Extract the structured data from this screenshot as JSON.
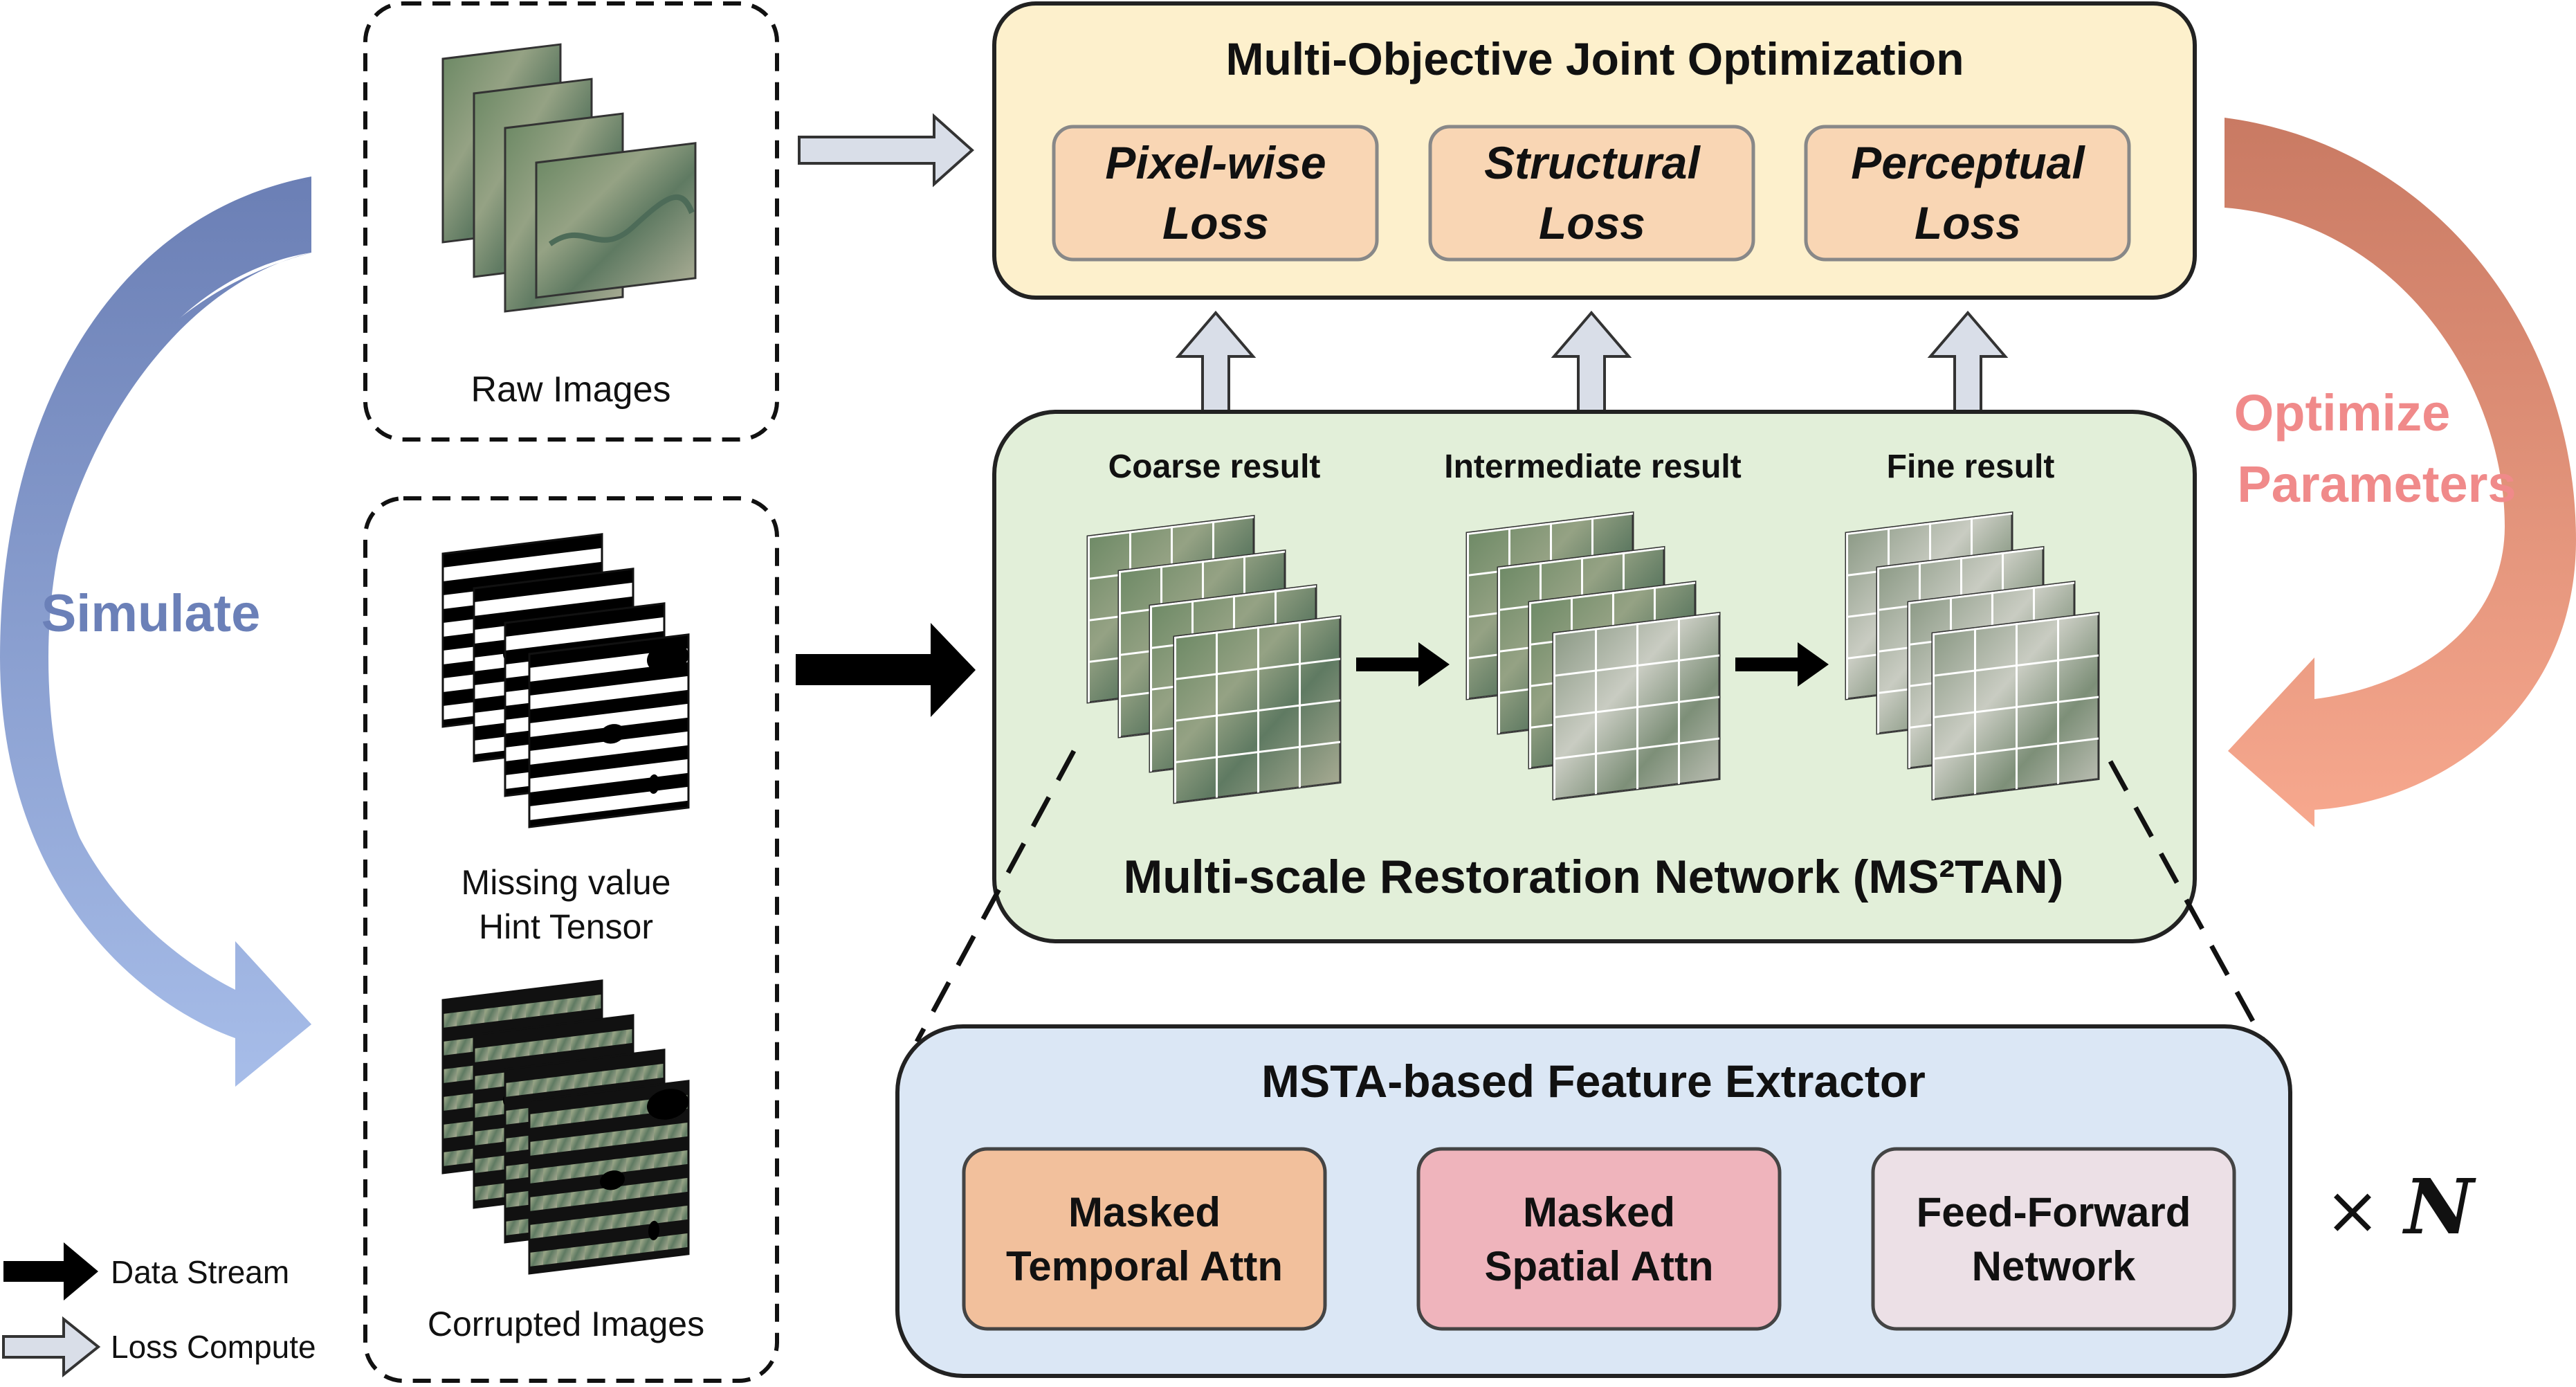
{
  "left": {
    "simulate_label": "Simulate",
    "simulate_color": "#6b80b8"
  },
  "right": {
    "optimize_line1": "Optimize",
    "optimize_line2": "Parameters",
    "optimize_color": "#f08a8a"
  },
  "inputs": {
    "raw_images_label": "Raw Images",
    "hint_label_line1": "Missing value",
    "hint_label_line2": "Hint Tensor",
    "corrupted_label": "Corrupted Images"
  },
  "optimization": {
    "title": "Multi-Objective Joint Optimization",
    "losses": [
      {
        "line1": "Pixel-wise",
        "line2": "Loss"
      },
      {
        "line1": "Structural",
        "line2": "Loss"
      },
      {
        "line1": "Perceptual",
        "line2": "Loss"
      }
    ]
  },
  "network": {
    "title": "Multi-scale Restoration Network (MS²TAN)",
    "results": [
      "Coarse result",
      "Intermediate result",
      "Fine result"
    ]
  },
  "extractor": {
    "title": "MSTA-based Feature Extractor",
    "modules": [
      {
        "line1": "Masked",
        "line2": "Temporal Attn",
        "color": "#f2c09c"
      },
      {
        "line1": "Masked",
        "line2": "Spatial Attn",
        "color": "#efb4bc"
      },
      {
        "line1": "Feed-Forward",
        "line2": "Network",
        "color": "#ece0e6"
      }
    ],
    "repeat_symbol": "×",
    "repeat_var": "N"
  },
  "legend": {
    "data_stream": "Data Stream",
    "loss_compute": "Loss Compute"
  }
}
